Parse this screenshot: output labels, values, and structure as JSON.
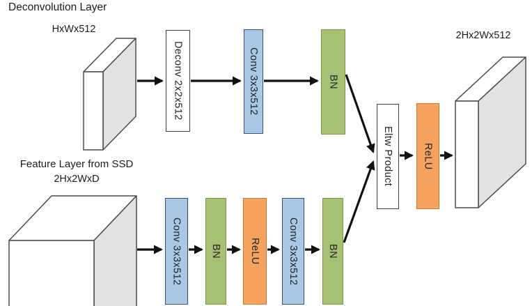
{
  "diagram": {
    "title": "Deconvolution Layer",
    "deconv_branch": {
      "input_tensor_label": "HxWx512",
      "deconv_box": "Deconv 2x2x512",
      "conv_box": "Conv 3x3x512",
      "bn_box": "BN"
    },
    "feature_branch": {
      "source_label": "Feature Layer from SSD",
      "input_tensor_label": "2Hx2WxD",
      "conv1_box": "Conv 3x3x512",
      "bn1_box": "BN",
      "relu_box": "ReLU",
      "conv2_box": "Conv 3x3x512",
      "bn2_box": "BN"
    },
    "merge": {
      "eltw_box": "Eltw Product",
      "relu_box": "ReLU",
      "output_tensor_label": "2Hx2Wx512"
    },
    "colors": {
      "conv_fill": "#aac7e5",
      "conv_border": "#31537c",
      "bn_fill": "#a6c173",
      "bn_border": "#78973f",
      "relu_fill": "#f5a35f",
      "relu_border": "#c97a35",
      "plain_fill": "#ffffff",
      "plain_border": "#404040",
      "tensor_side": "#e3e3e3",
      "arrow": "#111111"
    }
  }
}
